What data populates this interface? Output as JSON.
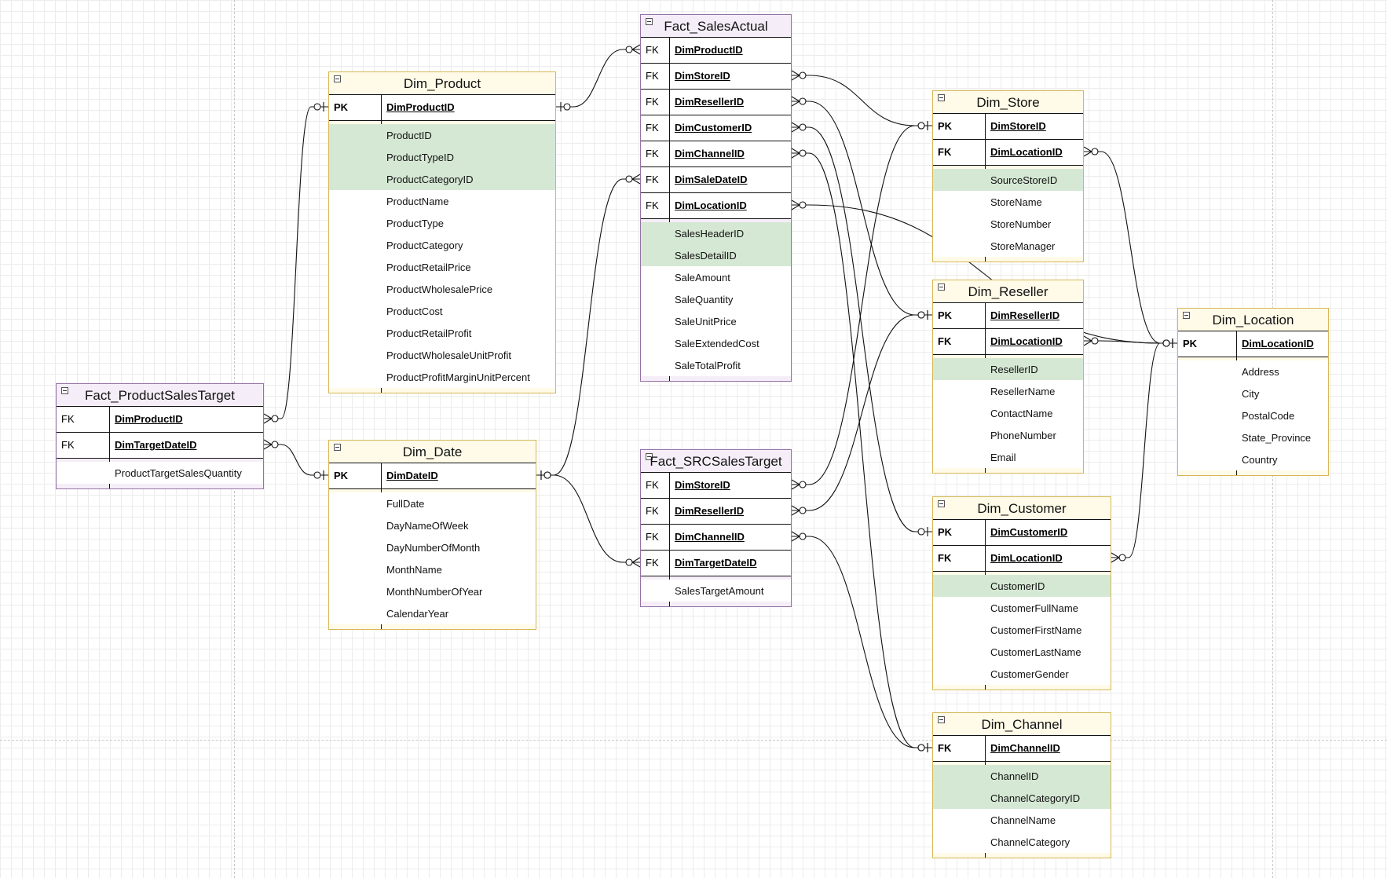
{
  "tables": [
    {
      "id": "dim-product",
      "title": "Dim_Product",
      "kind": "dim",
      "keys": [
        {
          "type": "PK",
          "name": "DimProductID"
        }
      ],
      "attributes": [
        {
          "name": "ProductID",
          "green": true
        },
        {
          "name": "ProductTypeID",
          "green": true
        },
        {
          "name": "ProductCategoryID",
          "green": true
        },
        {
          "name": "ProductName",
          "green": false
        },
        {
          "name": "ProductType",
          "green": false
        },
        {
          "name": "ProductCategory",
          "green": false
        },
        {
          "name": "ProductRetailPrice",
          "green": false
        },
        {
          "name": "ProductWholesalePrice",
          "green": false
        },
        {
          "name": "ProductCost",
          "green": false
        },
        {
          "name": "ProductRetailProfit",
          "green": false
        },
        {
          "name": "ProductWholesaleUnitProfit",
          "green": false
        },
        {
          "name": "ProductProfitMarginUnitPercent",
          "green": false
        }
      ]
    },
    {
      "id": "fact-productsalestarget",
      "title": "Fact_ProductSalesTarget",
      "kind": "fact",
      "keys": [
        {
          "type": "FK",
          "name": "DimProductID"
        },
        {
          "type": "FK",
          "name": "DimTargetDateID"
        }
      ],
      "attributes": [
        {
          "name": "ProductTargetSalesQuantity",
          "green": false
        }
      ]
    },
    {
      "id": "dim-date",
      "title": "Dim_Date",
      "kind": "dim",
      "keys": [
        {
          "type": "PK",
          "name": "DimDateID"
        }
      ],
      "attributes": [
        {
          "name": "FullDate",
          "green": false
        },
        {
          "name": "DayNameOfWeek",
          "green": false
        },
        {
          "name": "DayNumberOfMonth",
          "green": false
        },
        {
          "name": "MonthName",
          "green": false
        },
        {
          "name": "MonthNumberOfYear",
          "green": false
        },
        {
          "name": "CalendarYear",
          "green": false
        }
      ]
    },
    {
      "id": "fact-salesactual",
      "title": "Fact_SalesActual",
      "kind": "fact",
      "keys": [
        {
          "type": "FK",
          "name": "DimProductID"
        },
        {
          "type": "FK",
          "name": "DimStoreID"
        },
        {
          "type": "FK",
          "name": "DimResellerID"
        },
        {
          "type": "FK",
          "name": "DimCustomerID"
        },
        {
          "type": "FK",
          "name": "DimChannelID"
        },
        {
          "type": "FK",
          "name": "DimSaleDateID"
        },
        {
          "type": "FK",
          "name": "DimLocationID"
        }
      ],
      "attributes": [
        {
          "name": "SalesHeaderID",
          "green": true
        },
        {
          "name": "SalesDetailID",
          "green": true
        },
        {
          "name": "SaleAmount",
          "green": false
        },
        {
          "name": "SaleQuantity",
          "green": false
        },
        {
          "name": "SaleUnitPrice",
          "green": false
        },
        {
          "name": "SaleExtendedCost",
          "green": false
        },
        {
          "name": "SaleTotalProfit",
          "green": false
        }
      ]
    },
    {
      "id": "fact-srcsalestarget",
      "title": "Fact_SRCSalesTarget",
      "kind": "fact",
      "keys": [
        {
          "type": "FK",
          "name": "DimStoreID"
        },
        {
          "type": "FK",
          "name": "DimResellerID"
        },
        {
          "type": "FK",
          "name": "DimChannelID"
        },
        {
          "type": "FK",
          "name": "DimTargetDateID"
        }
      ],
      "attributes": [
        {
          "name": "SalesTargetAmount",
          "green": false
        }
      ]
    },
    {
      "id": "dim-store",
      "title": "Dim_Store",
      "kind": "dim",
      "keys": [
        {
          "type": "PK",
          "name": "DimStoreID"
        },
        {
          "type": "FK",
          "name": "DimLocationID"
        }
      ],
      "attributes": [
        {
          "name": "SourceStoreID",
          "green": true
        },
        {
          "name": "StoreName",
          "green": false
        },
        {
          "name": "StoreNumber",
          "green": false
        },
        {
          "name": "StoreManager",
          "green": false
        }
      ]
    },
    {
      "id": "dim-reseller",
      "title": "Dim_Reseller",
      "kind": "dim",
      "keys": [
        {
          "type": "PK",
          "name": "DimResellerID"
        },
        {
          "type": "FK",
          "name": "DimLocationID"
        }
      ],
      "attributes": [
        {
          "name": "ResellerID",
          "green": true
        },
        {
          "name": "ResellerName",
          "green": false
        },
        {
          "name": "ContactName",
          "green": false
        },
        {
          "name": "PhoneNumber",
          "green": false
        },
        {
          "name": "Email",
          "green": false
        }
      ]
    },
    {
      "id": "dim-customer",
      "title": "Dim_Customer",
      "kind": "dim",
      "keys": [
        {
          "type": "PK",
          "name": "DimCustomerID"
        },
        {
          "type": "FK",
          "name": "DimLocationID"
        }
      ],
      "attributes": [
        {
          "name": "CustomerID",
          "green": true
        },
        {
          "name": "CustomerFullName",
          "green": false
        },
        {
          "name": "CustomerFirstName",
          "green": false
        },
        {
          "name": "CustomerLastName",
          "green": false
        },
        {
          "name": "CustomerGender",
          "green": false
        }
      ]
    },
    {
      "id": "dim-channel",
      "title": "Dim_Channel",
      "kind": "dim",
      "keys": [
        {
          "type": "FK",
          "name": "DimChannelID"
        }
      ],
      "attributes": [
        {
          "name": "ChannelID",
          "green": true
        },
        {
          "name": "ChannelCategoryID",
          "green": true
        },
        {
          "name": "ChannelName",
          "green": false
        },
        {
          "name": "ChannelCategory",
          "green": false
        }
      ]
    },
    {
      "id": "dim-location",
      "title": "Dim_Location",
      "kind": "dim",
      "keys": [
        {
          "type": "PK",
          "name": "DimLocationID"
        }
      ],
      "attributes": [
        {
          "name": "Address",
          "green": false
        },
        {
          "name": "City",
          "green": false
        },
        {
          "name": "PostalCode",
          "green": false
        },
        {
          "name": "State_Province",
          "green": false
        },
        {
          "name": "Country",
          "green": false
        }
      ]
    }
  ],
  "relationships": [
    {
      "from": "fact-productsalestarget.DimProductID",
      "to": "dim-product.DimProductID"
    },
    {
      "from": "fact-productsalestarget.DimTargetDateID",
      "to": "dim-date.DimDateID"
    },
    {
      "from": "fact-salesactual.DimProductID",
      "to": "dim-product.DimProductID"
    },
    {
      "from": "fact-salesactual.DimSaleDateID",
      "to": "dim-date.DimDateID"
    },
    {
      "from": "fact-salesactual.DimStoreID",
      "to": "dim-store.DimStoreID"
    },
    {
      "from": "fact-salesactual.DimResellerID",
      "to": "dim-reseller.DimResellerID"
    },
    {
      "from": "fact-salesactual.DimCustomerID",
      "to": "dim-customer.DimCustomerID"
    },
    {
      "from": "fact-salesactual.DimChannelID",
      "to": "dim-channel.DimChannelID"
    },
    {
      "from": "fact-salesactual.DimLocationID",
      "to": "dim-location.DimLocationID"
    },
    {
      "from": "fact-srcsalestarget.DimStoreID",
      "to": "dim-store.DimStoreID"
    },
    {
      "from": "fact-srcsalestarget.DimResellerID",
      "to": "dim-reseller.DimResellerID"
    },
    {
      "from": "fact-srcsalestarget.DimChannelID",
      "to": "dim-channel.DimChannelID"
    },
    {
      "from": "fact-srcsalestarget.DimTargetDateID",
      "to": "dim-date.DimDateID"
    },
    {
      "from": "dim-store.DimLocationID",
      "to": "dim-location.DimLocationID"
    },
    {
      "from": "dim-reseller.DimLocationID",
      "to": "dim-location.DimLocationID"
    },
    {
      "from": "dim-customer.DimLocationID",
      "to": "dim-location.DimLocationID"
    }
  ]
}
